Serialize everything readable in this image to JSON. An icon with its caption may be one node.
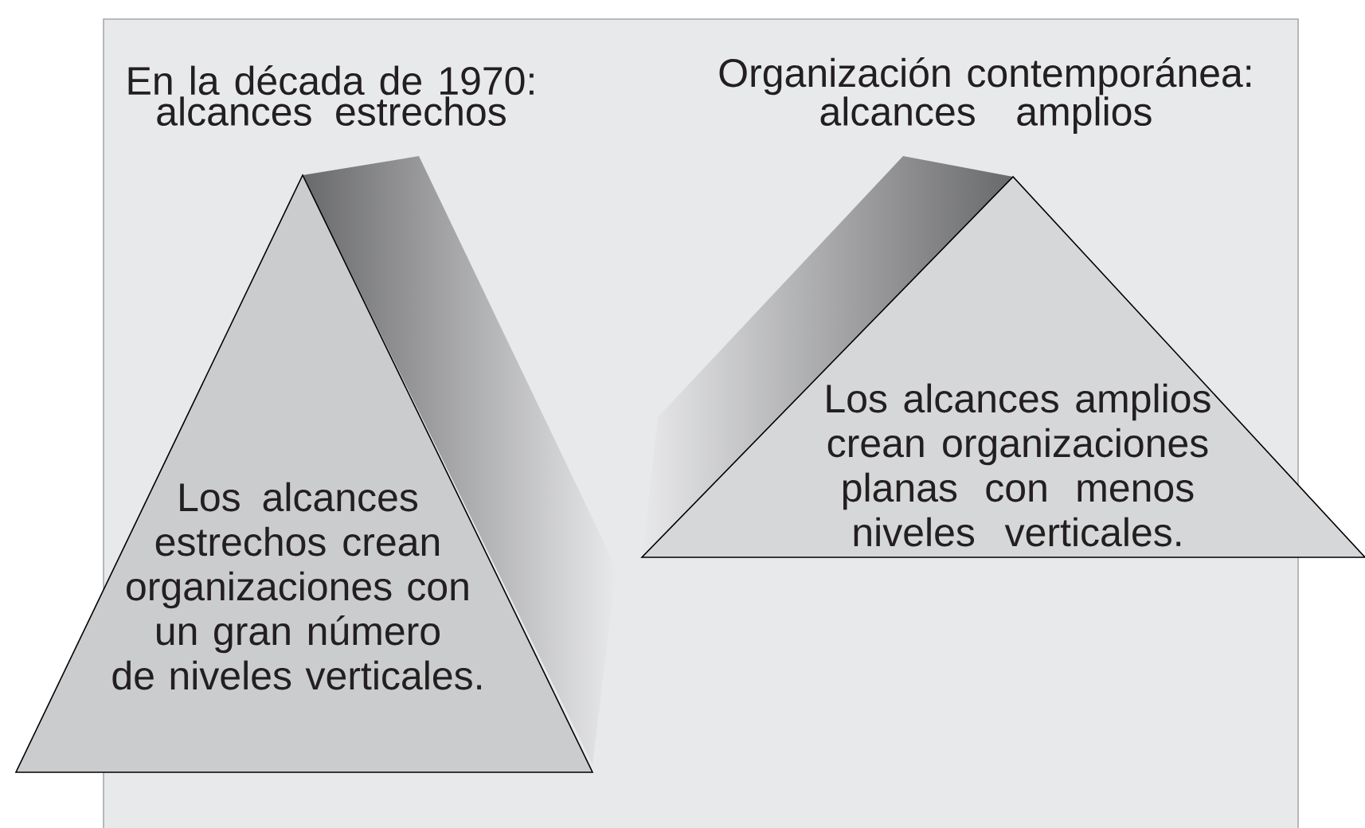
{
  "diagram": {
    "nodes": [
      {
        "text": [
          "En la década de 1970: alcances estrechos",
          "Los alcances estrechos crean organizaciones con un gran número de niveles verticales."
        ]
      },
      {
        "text": [
          "Organización contemporánea: alcances amplios",
          "Los alcances amplios crean organizaciones planas con menos niveles verticales."
        ]
      }
    ]
  }
}
